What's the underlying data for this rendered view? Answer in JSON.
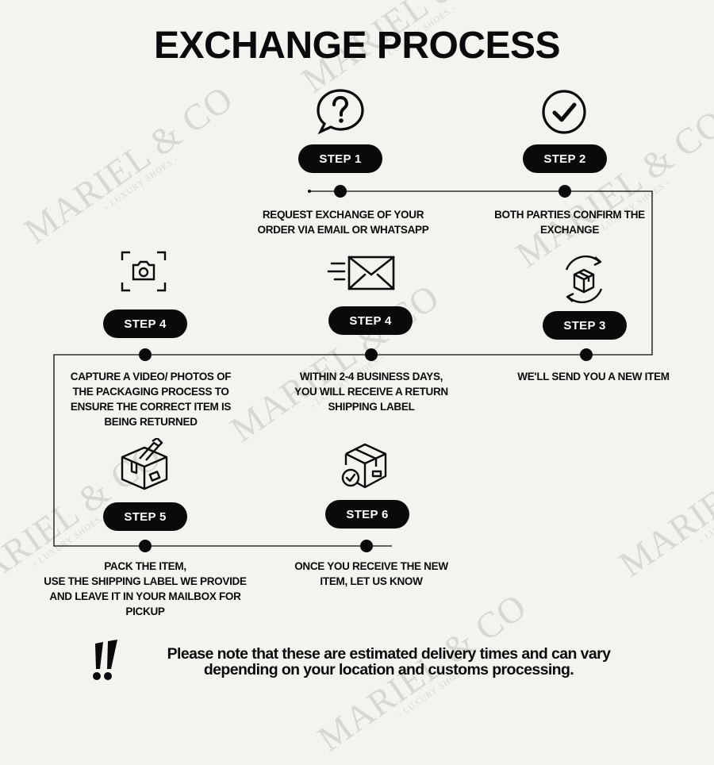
{
  "title": "EXCHANGE PROCESS",
  "watermark": {
    "name": "MARIEL & CO",
    "tagline": "- LUXURY SHOES -"
  },
  "steps": [
    {
      "label": "STEP 1",
      "icon": "question-bubble-icon",
      "lines": [
        "REQUEST EXCHANGE OF YOUR",
        "ORDER VIA EMAIL OR WHATSAPP"
      ]
    },
    {
      "label": "STEP 2",
      "icon": "check-circle-icon",
      "lines": [
        "BOTH PARTIES CONFIRM THE",
        "EXCHANGE"
      ]
    },
    {
      "label": "STEP 3",
      "icon": "box-refresh-icon",
      "lines": [
        "WE'LL SEND YOU A NEW ITEM"
      ]
    },
    {
      "label": "STEP 4",
      "icon": "envelope-fast-icon",
      "lines": [
        "WITHIN 2-4 BUSINESS DAYS,",
        "YOU WILL RECEIVE A RETURN",
        "SHIPPING LABEL"
      ]
    },
    {
      "label": "STEP 4",
      "icon": "camera-icon",
      "lines": [
        "CAPTURE A VIDEO/ PHOTOS OF",
        "THE PACKAGING PROCESS TO",
        "ENSURE THE CORRECT ITEM IS",
        "BEING RETURNED"
      ]
    },
    {
      "label": "STEP 5",
      "icon": "box-tape-icon",
      "lines": [
        "PACK THE ITEM,",
        "USE THE SHIPPING LABEL WE PROVIDE",
        "AND LEAVE IT IN YOUR MAILBOX FOR",
        "PICKUP"
      ]
    },
    {
      "label": "STEP 6",
      "icon": "box-check-icon",
      "lines": [
        "ONCE YOU RECEIVE THE NEW",
        "ITEM, LET US KNOW"
      ]
    }
  ],
  "note": {
    "icon": "double-exclamation-icon",
    "line1": "Please note that these are estimated delivery times and can vary",
    "line2": "depending on your location and customs processing."
  },
  "colors": {
    "background": "#f4f3ef",
    "ink": "#0a0a0a",
    "watermark": "#d9d7d1"
  }
}
